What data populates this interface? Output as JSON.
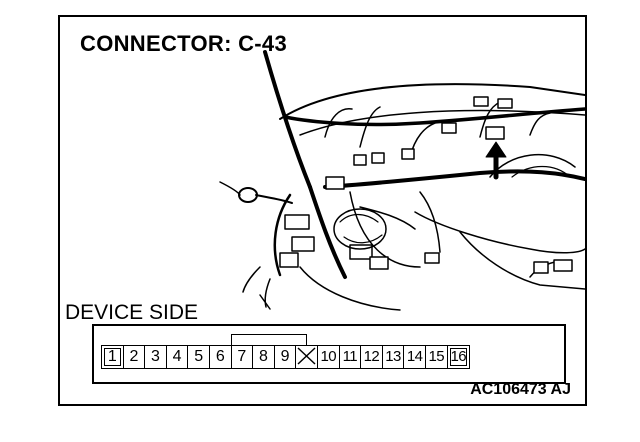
{
  "diagram": {
    "title": "CONNECTOR: C-43",
    "device_side_label": "DEVICE SIDE",
    "reference_code": "AC106473 AJ",
    "connector": {
      "pins": [
        {
          "label": "1",
          "boxed": true
        },
        {
          "label": "2"
        },
        {
          "label": "3"
        },
        {
          "label": "4"
        },
        {
          "label": "5"
        },
        {
          "label": "6"
        },
        {
          "label": "7"
        },
        {
          "label": "8"
        },
        {
          "label": "9"
        },
        {
          "label": "",
          "blank": true
        },
        {
          "label": "10"
        },
        {
          "label": "11"
        },
        {
          "label": "12"
        },
        {
          "label": "13"
        },
        {
          "label": "14"
        },
        {
          "label": "15"
        },
        {
          "label": "16",
          "boxed": true
        }
      ]
    },
    "colors": {
      "line": "#000000",
      "background": "#ffffff"
    }
  }
}
